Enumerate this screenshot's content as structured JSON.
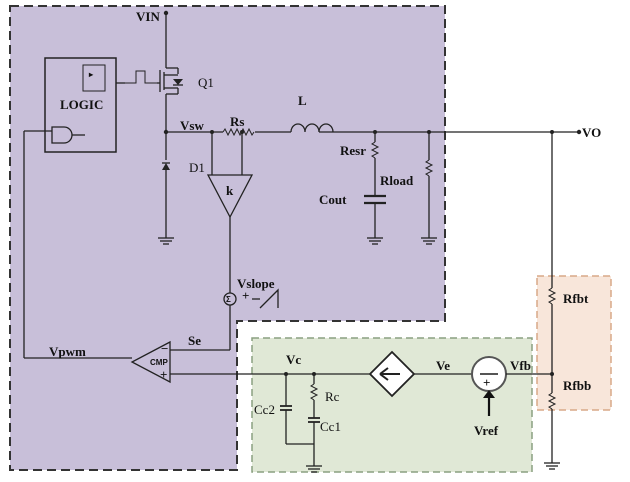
{
  "labels": {
    "vin": "VIN",
    "logic": "LOGIC",
    "q1": "Q1",
    "vsw": "Vsw",
    "rs": "Rs",
    "l": "L",
    "d1": "D1",
    "k": "k",
    "resr": "Resr",
    "cout": "Cout",
    "rload": "Rload",
    "vo": "VO",
    "vslope": "Vslope",
    "se": "Se",
    "vpwm": "Vpwm",
    "cmp": "CMP",
    "vc": "Vc",
    "rc": "Rc",
    "cc1": "Cc1",
    "cc2": "Cc2",
    "ve": "Ve",
    "vfb": "Vfb",
    "vref": "Vref",
    "rfbt": "Rfbt",
    "rfbb": "Rfbb"
  },
  "signs": {
    "minus": "−",
    "plus": "+"
  },
  "colors": {
    "power_stage_fill": "#c8bfd9",
    "compensation_fill": "#e0e8d6",
    "feedback_fill": "#f8e6da",
    "border_dark": "#333333",
    "border_green": "#8aa080",
    "border_orange": "#d8a888"
  }
}
